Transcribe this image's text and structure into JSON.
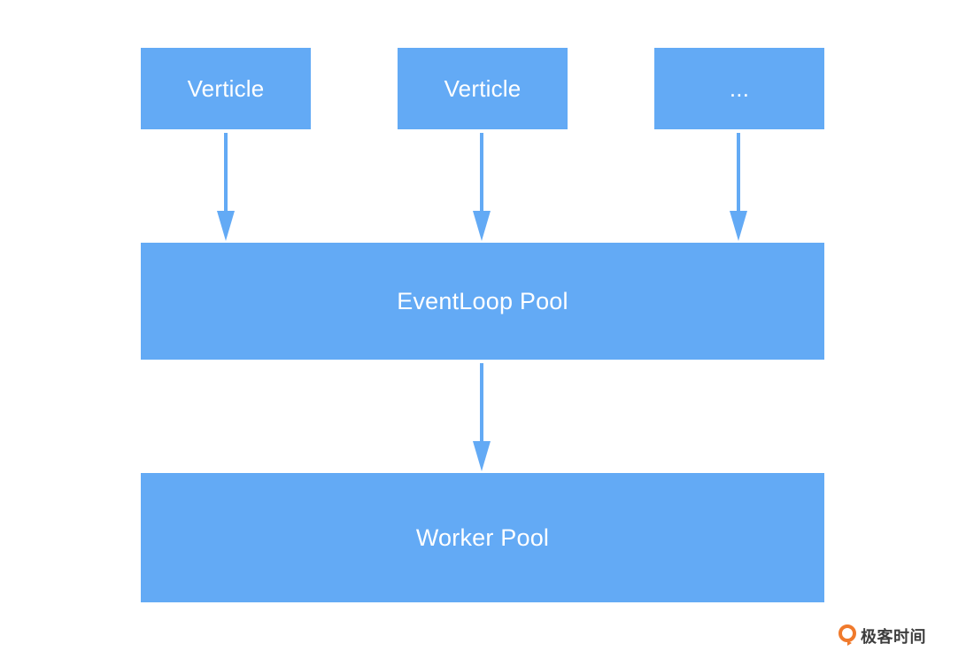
{
  "colors": {
    "box": "#63aaf5",
    "arrow": "#63aaf5",
    "text": "#ffffff",
    "brand_orange": "#f07a2c",
    "brand_text": "#3d3d3d"
  },
  "diagram": {
    "verticles": [
      {
        "label": "Verticle"
      },
      {
        "label": "Verticle"
      },
      {
        "label": "..."
      }
    ],
    "eventloop_pool": {
      "label": "EventLoop Pool"
    },
    "worker_pool": {
      "label": "Worker Pool"
    }
  },
  "watermark": {
    "icon": "geektime-logo-icon",
    "text": "极客时间"
  }
}
